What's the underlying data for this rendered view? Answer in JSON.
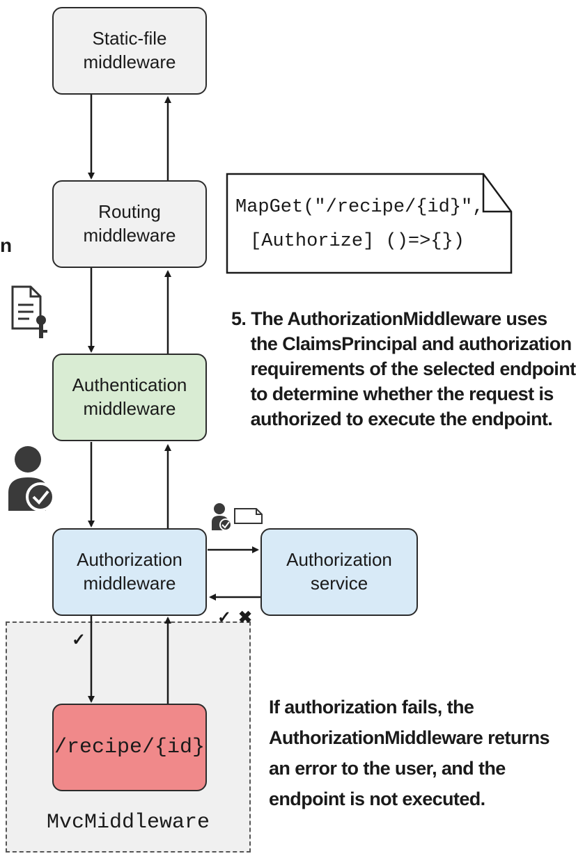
{
  "boxes": {
    "static_file": "Static-file\nmiddleware",
    "routing": "Routing\nmiddleware",
    "authentication": "Authentication\nmiddleware",
    "authorization": "Authorization\nmiddleware",
    "authorization_service": "Authorization\nservice",
    "endpoint": "/recipe/{id}"
  },
  "container_label": "MvcMiddleware",
  "code_note": {
    "line1": "MapGet(\"/recipe/{id}\",",
    "line2": "[Authorize] ()=>{})"
  },
  "step_note": "5. The AuthorizationMiddleware uses\n    the ClaimsPrincipal and authorization\n    requirements of the selected endpoint\n    to determine whether the request is\n    authorized to execute the endpoint.",
  "fail_note": "If authorization fails, the\nAuthorizationMiddleware returns\nan error to the user, and the\nendpoint is not executed.",
  "left_edge_text": "n",
  "marks": {
    "pass_check": "✓",
    "result_check": "✓",
    "result_cross": "✖"
  },
  "icons": [
    "document-key-icon",
    "user-check-icon",
    "user-check-small-icon",
    "document-small-icon"
  ],
  "colors": {
    "gray_box": "#f1f1f1",
    "green_box": "#d9ecd3",
    "blue_box": "#d8eaf7",
    "red_box": "#f0898a"
  }
}
